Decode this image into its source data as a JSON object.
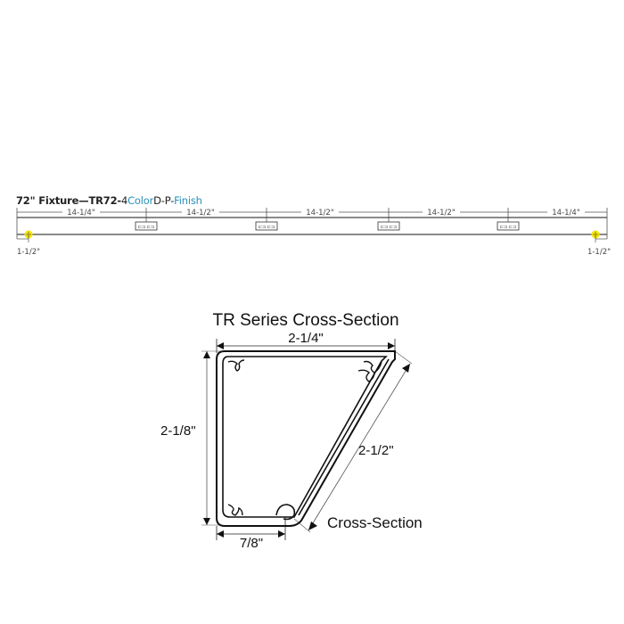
{
  "fixture": {
    "title_bold": "72\" Fixture—TR72-",
    "title_num": "4",
    "title_color": "Color",
    "title_mid": "D-P-",
    "title_finish": "Finish",
    "accent_color": "#2a8fb8",
    "segments": [
      "14-1/4\"",
      "14-1/2\"",
      "14-1/2\"",
      "14-1/2\"",
      "14-1/4\""
    ],
    "end_offset_left": "1-1/2\"",
    "end_offset_right": "1-1/2\"",
    "mount_point_color": "#f5e400",
    "connector_count": 4
  },
  "cross_section": {
    "title": "TR Series Cross-Section",
    "width_dim": "2-1/4\"",
    "height_dim": "2-1/8\"",
    "diagonal_dim": "2-1/2\"",
    "base_dim": "7/8\"",
    "label": "Cross-Section"
  }
}
